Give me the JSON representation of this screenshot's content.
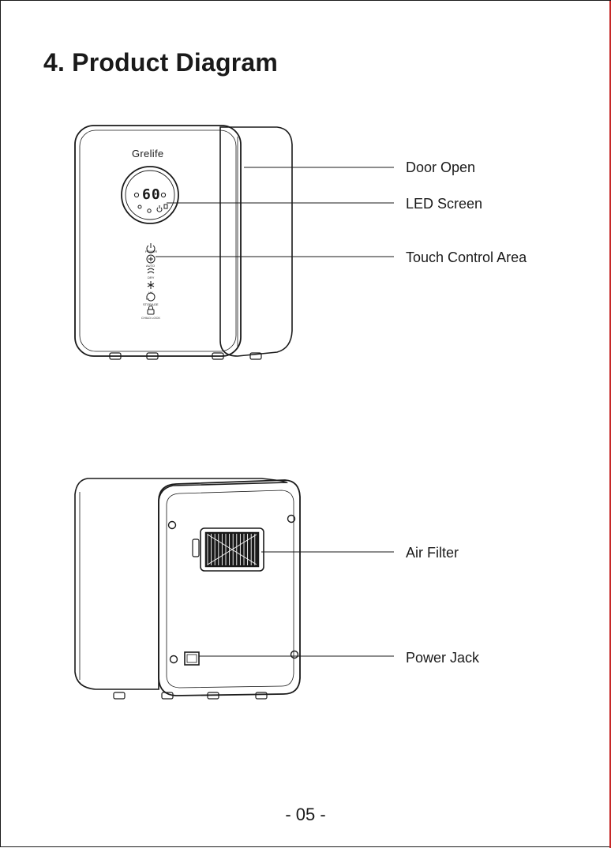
{
  "page": {
    "title": "4. Product Diagram",
    "page_number": "- 05 -"
  },
  "front_view": {
    "brand": "Grelife",
    "led_digits": "60",
    "button_captions": [
      "POWER",
      "AUTO",
      "DRY",
      "UV",
      "STORAGE",
      "CHILD LOCK"
    ],
    "callouts": {
      "door_open": "Door Open",
      "led_screen": "LED Screen",
      "touch_control_area": "Touch Control Area"
    }
  },
  "back_view": {
    "callouts": {
      "air_filter": "Air Filter",
      "power_jack": "Power Jack"
    }
  },
  "colors": {
    "ink": "#1a1a1a",
    "accent_edge": "#c62828"
  },
  "icons": [
    "power-icon",
    "auto-icon",
    "dry-icon",
    "uv-icon",
    "storage-icon",
    "child-lock-icon"
  ]
}
